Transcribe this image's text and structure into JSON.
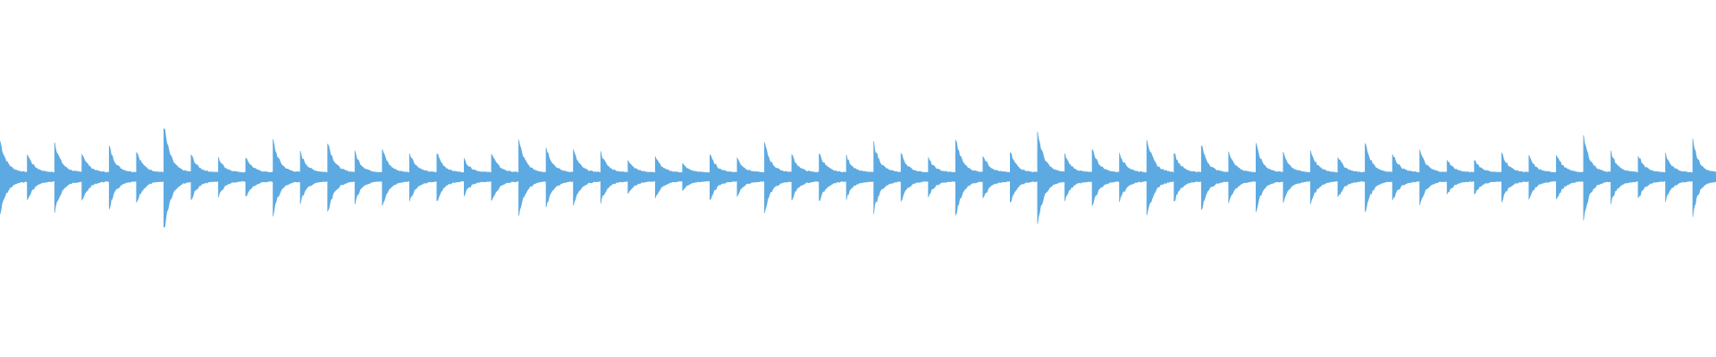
{
  "waveform": {
    "color": "#5DAAE2",
    "background": "#FFFFFF",
    "beat_count": 63,
    "onset_amplitudes": [
      0.62,
      0.4,
      0.6,
      0.42,
      0.52,
      0.45,
      0.89,
      0.38,
      0.32,
      0.35,
      0.62,
      0.42,
      0.62,
      0.42,
      0.48,
      0.42,
      0.42,
      0.3,
      0.42,
      0.62,
      0.52,
      0.45,
      0.42,
      0.3,
      0.35,
      0.22,
      0.38,
      0.32,
      0.58,
      0.38,
      0.42,
      0.35,
      0.58,
      0.4,
      0.32,
      0.65,
      0.38,
      0.42,
      0.78,
      0.38,
      0.5,
      0.42,
      0.68,
      0.42,
      0.55,
      0.45,
      0.55,
      0.42,
      0.45,
      0.35,
      0.58,
      0.42,
      0.45,
      0.3,
      0.3,
      0.42,
      0.35,
      0.4,
      0.68,
      0.42,
      0.38,
      0.38,
      0.66
    ]
  }
}
